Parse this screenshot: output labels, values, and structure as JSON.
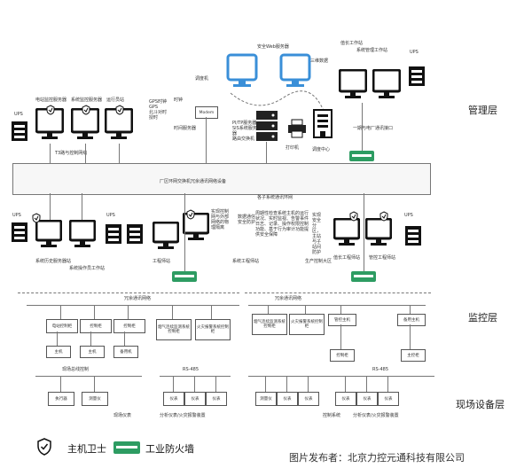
{
  "layers": {
    "management": "管理层",
    "monitoring": "监控层",
    "field": "现场设备层"
  },
  "management": {
    "left_station_1": "电站监控服务器",
    "left_station_2": "系统监控服务器",
    "left_station_3": "运行员站",
    "ups": "UPS",
    "bottom_net_label": "T3路与控制网络",
    "gps_list": "GPS时钟\nGPS\n北斗对时\n授时",
    "clock_label": "时钟",
    "time_server": "时间服务器",
    "modem": "Modem",
    "modem_top": "调度机",
    "sis_server": "PI/TP服务器\nSIS系统服务器\n路由交换机",
    "firewall_top": "安全Web服务器",
    "printer": "打印机",
    "building": "调度中心",
    "topology": "三维数据",
    "right_top_1": "值长工作站",
    "right_top_2": "系统管理工作站",
    "right_note": "一期与电厂通讯接口",
    "ups_right": "UPS",
    "main_band": "厂区环网交换机冗余通讯网络设备",
    "sub_band": "各子系统通讯环网"
  },
  "monitoring": {
    "left_ups": "UPS",
    "ws1": "系统历史服务器站",
    "ws2": "系统操作员工作站",
    "ws3": "工程师站",
    "ups_mid": "UPS",
    "ws4": "系统工程师站",
    "right_ws1": "值长工程师站",
    "right_ws2": "管控工程师站",
    "right_ups": "UPS",
    "mid_note_1": "实现控制网与外部网络的物理隔离",
    "mid_note_2": "数据通信安全防护",
    "note_block": "周期性检查系统主机的运行状况、实时监视、告警事件日志、记录、操作权限控制功能、基于行为审计功能提供安全保障",
    "note_block_2": "实现安全分区，主站与子站间防护",
    "link_label": "生产控制大区",
    "row_bus_left": "冗余通讯网络",
    "row_bus_right": "冗余通讯网络",
    "left_controllers": [
      "电站控制柜",
      "控制柜",
      "控制柜"
    ],
    "left_hosts": [
      "主机",
      "主机",
      "备用机"
    ],
    "mid_boxes": [
      "烟气连续监测系统控制柜",
      "火灾报警系统控制柜"
    ],
    "right_boxes": [
      "烟气连续监测系统控制柜",
      "火灾报警系统控制柜"
    ],
    "right_ctrl": [
      "管控主机",
      "备用主机"
    ],
    "right_subs": [
      "控制柜",
      "主控柜"
    ]
  },
  "field": {
    "bus_left": "现场总线控制",
    "bus_right": "RS-485",
    "bus_mid": "RS-485",
    "left_devices": [
      "执行器",
      "测量仪"
    ],
    "left_caption": "现场仪表",
    "mid_devices": [
      "仪表",
      "仪表",
      "仪表"
    ],
    "mid_caption": "分析仪表/火灾报警装置",
    "right_devices_a": [
      "测量仪",
      "仪表",
      "仪表"
    ],
    "right_devices_b": [
      "仪表",
      "仪表",
      "仪表"
    ],
    "right_caption_a": "控制系统",
    "right_caption_b": "分析仪表/火灾报警装置"
  },
  "legend": {
    "host_guard": "主机卫士",
    "firewall": "工业防火墙"
  },
  "watermark": "图片发布者：北京力控元通科技有限公司",
  "colors": {
    "monitor_blue": "#3a8fd8",
    "firewall_green": "#2d9c62",
    "line_gray": "#777777"
  }
}
